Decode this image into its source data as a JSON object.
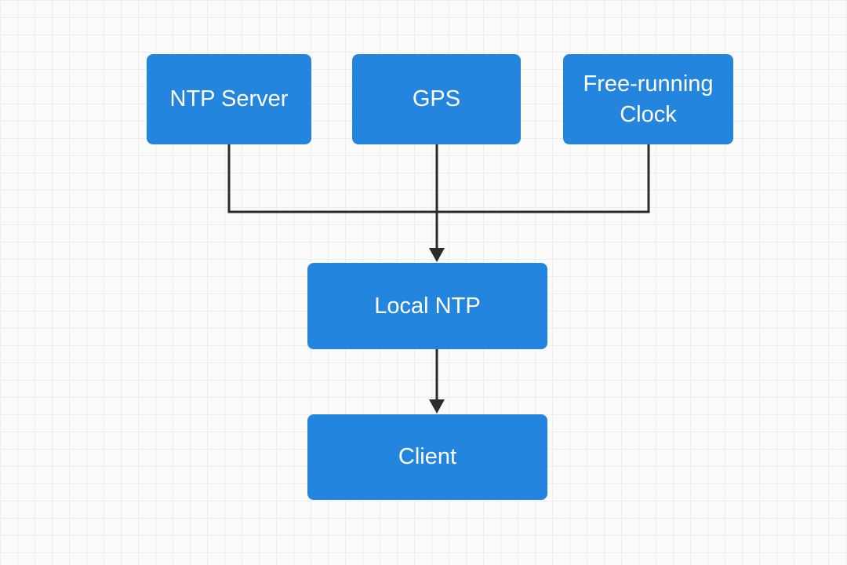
{
  "diagram": {
    "background_color": "#fbfbfb",
    "node_color": "#2385dd",
    "connector_color": "#2b2b2b",
    "nodes": {
      "ntp_server": {
        "label": "NTP Server"
      },
      "gps": {
        "label": "GPS"
      },
      "free_running_clock": {
        "label_line1": "Free-running",
        "label_line2": "Clock"
      },
      "local_ntp": {
        "label": "Local NTP"
      },
      "client": {
        "label": "Client"
      }
    },
    "edges": [
      {
        "from": "NTP Server",
        "to": "Local NTP"
      },
      {
        "from": "GPS",
        "to": "Local NTP"
      },
      {
        "from": "Free-running Clock",
        "to": "Local NTP"
      },
      {
        "from": "Local NTP",
        "to": "Client"
      }
    ]
  }
}
